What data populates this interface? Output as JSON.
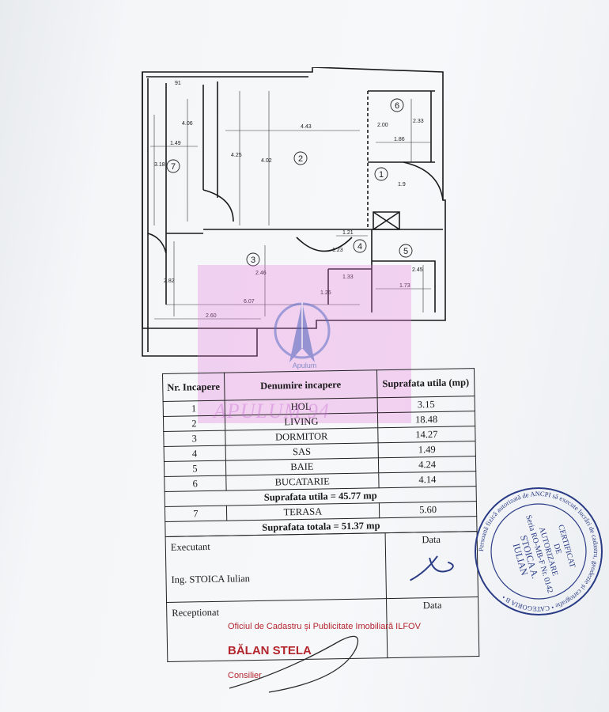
{
  "rooms": [
    {
      "nr": "1",
      "name": "HOL",
      "area": "3.15"
    },
    {
      "nr": "2",
      "name": "LIVING",
      "area": "18.48"
    },
    {
      "nr": "3",
      "name": "DORMITOR",
      "area": "14.27"
    },
    {
      "nr": "4",
      "name": "SAS",
      "area": "1.49"
    },
    {
      "nr": "5",
      "name": "BAIE",
      "area": "4.24"
    },
    {
      "nr": "6",
      "name": "BUCATARIE",
      "area": "4.14"
    }
  ],
  "table": {
    "header_nr": "Nr. Incapere",
    "header_name": "Denumire incapere",
    "header_area": "Suprafata utila (mp)",
    "useful_total": "Suprafata utila = 45.77 mp",
    "terrace": {
      "nr": "7",
      "name": "TERASA",
      "area": "5.60"
    },
    "grand_total": "Suprafata totala = 51.37 mp"
  },
  "signatures": {
    "executant_label": "Executant",
    "executant_name": "Ing. STOICA Iulian",
    "data_label_1": "Data",
    "receptionat_label": "Receptionat",
    "data_label_2": "Data",
    "office": "Oficiul de Cadastru și Publicitate Imobiliară ILFOV",
    "officer_name": "BĂLAN STELA",
    "officer_role": "Consilier"
  },
  "watermark": {
    "text": "APULUM 94",
    "logo_caption": "Apulum"
  },
  "stamp": {
    "ring_text": "Persoană fizică autorizată de ANCPI să execute lucrări de cadastru, geodezie și cartografie • CATEGORIA B •",
    "line1": "CERTIFICAT",
    "line2": "DE",
    "line3": "AUTORIZARE",
    "line4": "Seria RO-MB-F Nr. 0142",
    "line5": "STOICA A.",
    "line6": "IULIAN"
  },
  "plan": {
    "room_numbers": [
      "1",
      "2",
      "3",
      "4",
      "5",
      "6",
      "7"
    ],
    "dimensions": [
      "91",
      "4.06",
      "1.49",
      "3.18",
      "4.25",
      "4.43",
      "4.02",
      "2.00",
      "2.33",
      "1.86",
      "1.9",
      "1.21",
      "1.23",
      "2.82",
      "2.46",
      "1.33",
      "1.26",
      "2.45",
      "1.73",
      "6.07",
      "2.60"
    ]
  },
  "colors": {
    "stamp_blue": "#2a3b86",
    "office_red": "#b4262e",
    "watermark_pink": "#e678dc"
  }
}
